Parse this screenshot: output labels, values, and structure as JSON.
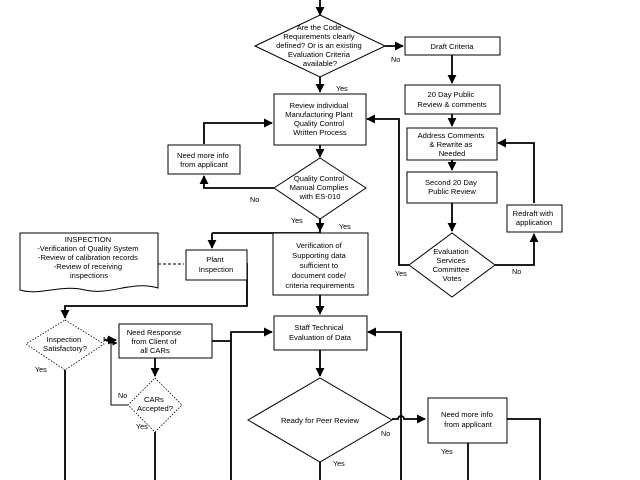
{
  "nodes": {
    "code_req": [
      "Are the Code",
      "Requirements clearly",
      "defined? Or is an existing",
      "Evaluation Criteria",
      "available?"
    ],
    "draft": [
      "Draft Criteria"
    ],
    "review_public": [
      "20 Day Public",
      "Review & comments"
    ],
    "review_plant": [
      "Review individual",
      "Manufacturing Plant",
      "Quality Control",
      "Written Process"
    ],
    "address": [
      "Address Comments",
      "& Rewrite as",
      "Needed"
    ],
    "need_info_1": [
      "Need more info",
      "from applicant"
    ],
    "second_review": [
      "Second 20 Day",
      "Public Review"
    ],
    "qc_manual": [
      "Quality Control",
      "Manual Complies",
      "with ES-010"
    ],
    "redraft": [
      "Redraft with",
      "application"
    ],
    "inspection_note": [
      "INSPECTION",
      "-Verification of Quality System",
      "-Review of calibration records",
      "-Review of receiving",
      "inspections"
    ],
    "plant_insp": [
      "Plant",
      "Inspection"
    ],
    "verification": [
      "Verification of",
      "Supporting data",
      "sufficient to",
      "document code/",
      "criteria requirements"
    ],
    "committee": [
      "Evaluation",
      "Services",
      "Committee",
      "Votes"
    ],
    "insp_satisfactory": [
      "Inspection",
      "Satisfactory?"
    ],
    "need_response": [
      "Need Response",
      "from Client of",
      "all CARs"
    ],
    "staff_tech": [
      "Staff Technical",
      "Evaluation of Data"
    ],
    "cars_accepted": [
      "CARs",
      "Accepted?"
    ],
    "peer_review": [
      "Ready for Peer Review"
    ],
    "need_info_2": [
      "Need more info",
      "from applicant"
    ]
  },
  "edge_labels": {
    "yes": "Yes",
    "no": "No"
  }
}
